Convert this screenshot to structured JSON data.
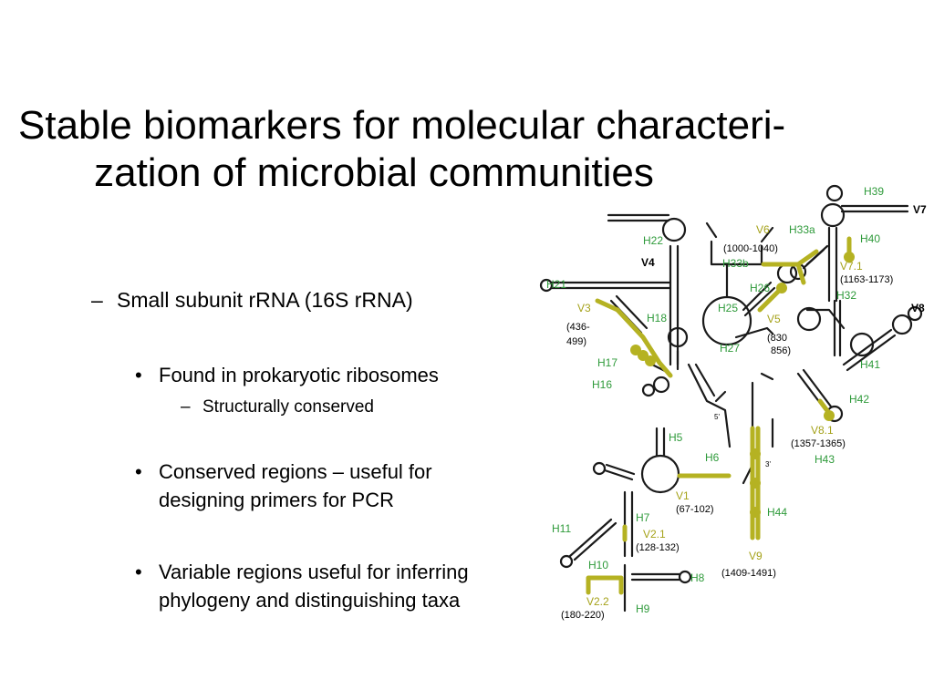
{
  "slide": {
    "title_line1": "Stable biomarkers for molecular characteri-",
    "title_line2": "zation of microbial communities",
    "bullets": {
      "l1_marker": "–",
      "l1_text": "Small subunit rRNA (16S rRNA)",
      "b1_marker": "•",
      "b1_text": "Found in prokaryotic ribosomes",
      "b1_sub_marker": "–",
      "b1_sub_text": "Structurally conserved",
      "b2_marker": "•",
      "b2_line1": "Conserved regions – useful for",
      "b2_line2": "designing primers for PCR",
      "b3_marker": "•",
      "b3_line1": "Variable regions useful for inferring",
      "b3_line2": "phylogeny and distinguishing taxa"
    }
  },
  "diagram": {
    "colors": {
      "helix_label": "#2e9a3a",
      "variable_region": "#b5b222",
      "structure": "#1a1a1a"
    },
    "helix_labels": [
      "H39",
      "H33a",
      "H40",
      "H22",
      "H33b",
      "H32",
      "H21",
      "H26",
      "H25",
      "H18",
      "H27",
      "H17",
      "H41",
      "H16",
      "H42",
      "H5",
      "H43",
      "H6",
      "H44",
      "H7",
      "H11",
      "H10",
      "H8",
      "H9"
    ],
    "variable_labels": [
      "V6",
      "V7.1",
      "V3",
      "V5",
      "V8.1",
      "V1",
      "V2.1",
      "V9",
      "V2.2"
    ],
    "other_labels": [
      "V7",
      "V4",
      "V8",
      "3'",
      "5'"
    ],
    "ranges": {
      "v6": "(1000-1040)",
      "v71": "(1163-1173)",
      "v3a": "(436-",
      "v3b": "499)",
      "v5a": "(830",
      "v5b": "856)",
      "v81": "(1357-1365)",
      "v1": "(67-102)",
      "v21": "(128-132)",
      "v9": "(1409-1491)",
      "v22": "(180-220)"
    }
  }
}
